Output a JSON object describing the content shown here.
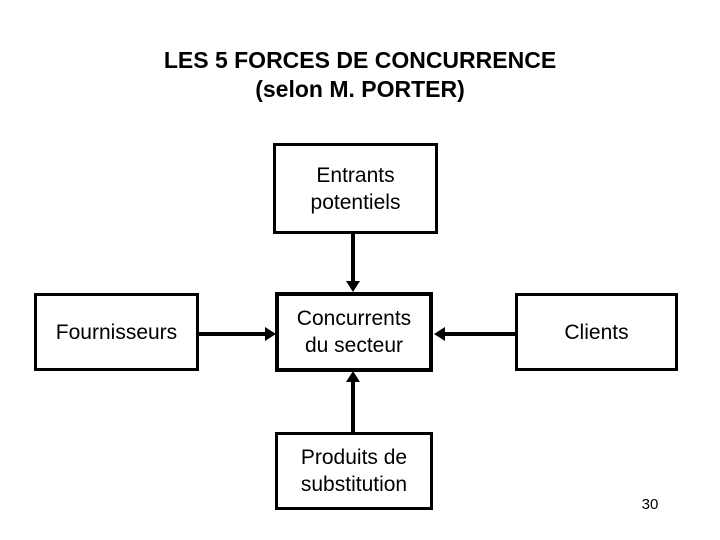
{
  "title": {
    "line1": "LES 5 FORCES DE CONCURRENCE",
    "line2": "(selon M. PORTER)"
  },
  "diagram": {
    "entrants_label": "Entrants potentiels",
    "fournisseurs_label": "Fournisseurs",
    "concurrents_label": "Concurrents du secteur",
    "clients_label": "Clients",
    "produits_label": "Produits de substitution"
  },
  "footer": {
    "page_number": "30"
  },
  "colors": {
    "background": "#ffffff",
    "title_text": "#000000",
    "box_text": "#000000",
    "box_border": "#000000",
    "arrow": "#000000"
  }
}
